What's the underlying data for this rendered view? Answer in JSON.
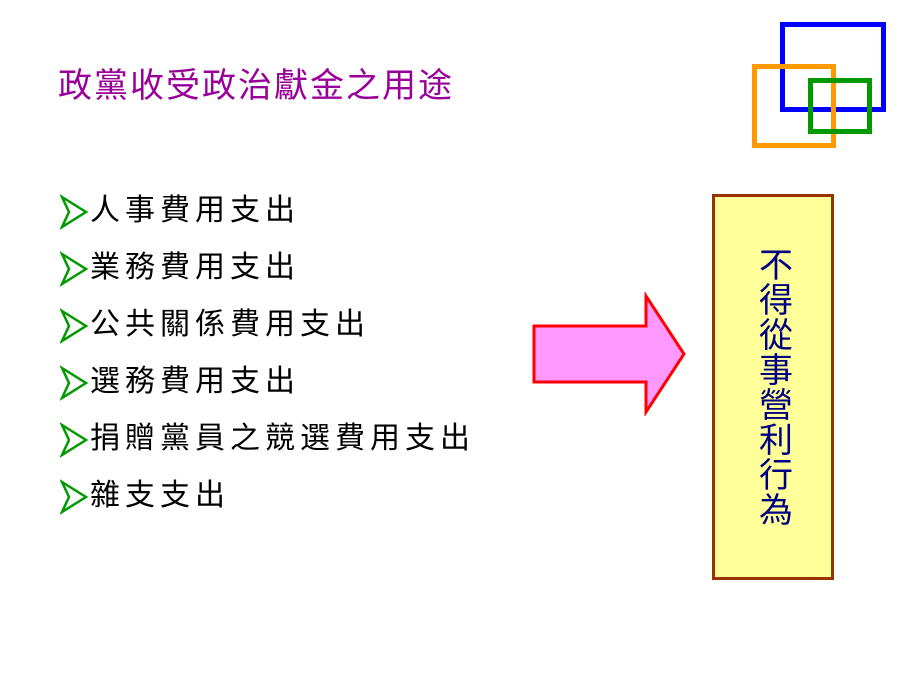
{
  "slide": {
    "title": "政黨收受政治獻金之用途",
    "bullets": [
      "人事費用支出",
      "業務費用支出",
      "公共關係費用支出",
      "選務費用支出",
      "捐贈黨員之競選費用支出",
      "雜支支出"
    ],
    "box_text": "不得從事營利行為"
  },
  "colors": {
    "title": "#990099",
    "bullet_arrow": "#009900",
    "big_arrow_fill": "#ff99ff",
    "big_arrow_stroke": "#ff0000",
    "box_fill": "#ffff99",
    "box_border": "#993300",
    "box_text": "#000080",
    "deco_blue": "#0000ff",
    "deco_orange": "#ff9900",
    "deco_green": "#009900"
  },
  "icons": {
    "bullet": "chevron-arrow-icon",
    "pointer": "right-arrow-icon"
  }
}
